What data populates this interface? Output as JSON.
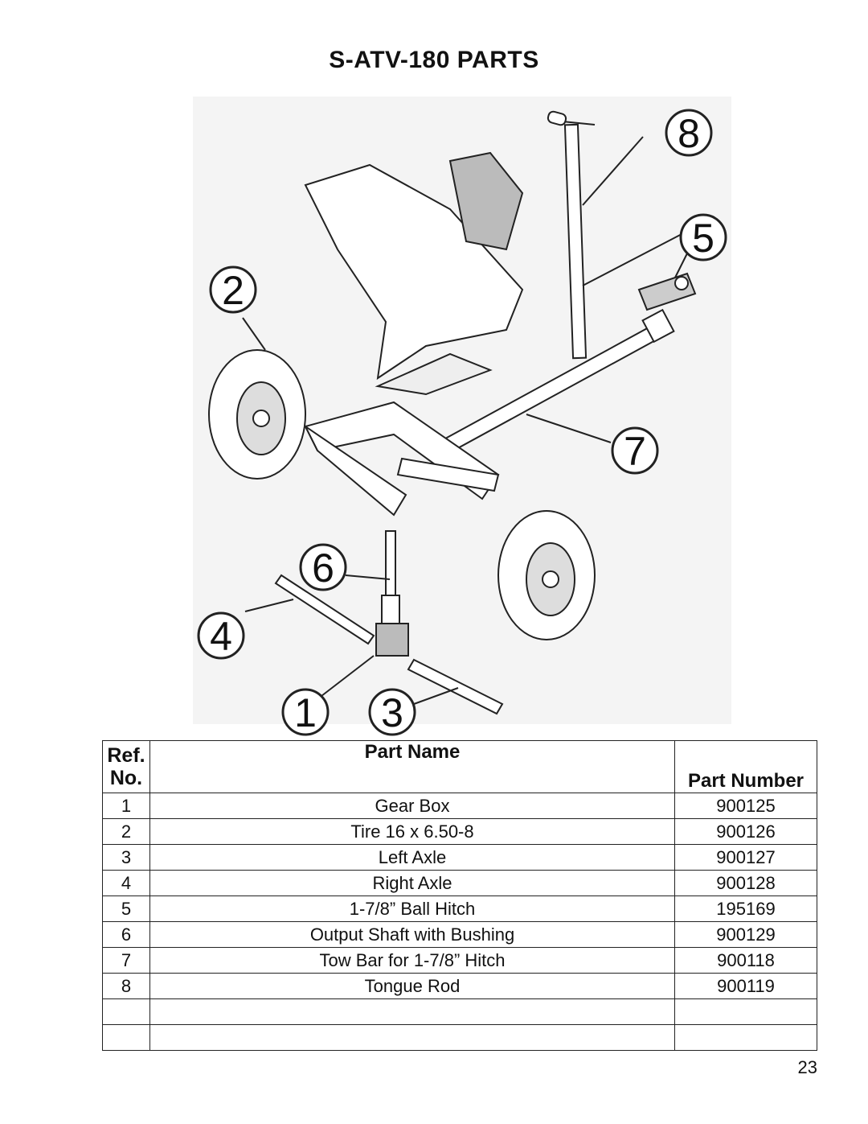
{
  "title": "S-ATV-180 PARTS",
  "callouts": [
    "1",
    "2",
    "3",
    "4",
    "5",
    "6",
    "7",
    "8"
  ],
  "table": {
    "headers": {
      "ref": "Ref. No.",
      "name": "Part Name",
      "number": "Part Number"
    },
    "rows": [
      {
        "ref": "1",
        "name": "Gear Box",
        "number": "900125"
      },
      {
        "ref": "2",
        "name": "Tire 16 x 6.50-8",
        "number": "900126"
      },
      {
        "ref": "3",
        "name": "Left Axle",
        "number": "900127"
      },
      {
        "ref": "4",
        "name": "Right Axle",
        "number": "900128"
      },
      {
        "ref": "5",
        "name": "1-7/8” Ball Hitch",
        "number": "195169"
      },
      {
        "ref": "6",
        "name": "Output Shaft with Bushing",
        "number": "900129"
      },
      {
        "ref": "7",
        "name": "Tow Bar for 1-7/8” Hitch",
        "number": "900118"
      },
      {
        "ref": "8",
        "name": "Tongue Rod",
        "number": "900119"
      },
      {
        "ref": "",
        "name": "",
        "number": ""
      },
      {
        "ref": "",
        "name": "",
        "number": ""
      }
    ]
  },
  "page_number": "23"
}
